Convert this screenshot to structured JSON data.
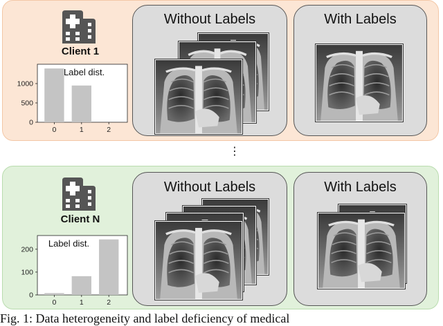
{
  "colors": {
    "client1_bg": "#fce6d5",
    "clientN_bg": "#e1f1db",
    "bar": "#c4c4c4",
    "image_panel_bg": "#dcdcdc"
  },
  "icons": {
    "client": "hospital-building-icon",
    "xray": "chest-xray-image"
  },
  "ellipsis": "⋮",
  "clients": [
    {
      "name": "Client 1",
      "unlabeled_title": "Without Labels",
      "labeled_title": "With Labels",
      "chart_data": {
        "type": "bar",
        "title": "Label dist.",
        "categories": [
          "0",
          "1",
          "2"
        ],
        "values": [
          1390,
          950,
          0
        ],
        "ylim": [
          0,
          1500
        ],
        "yticks": [
          0,
          500,
          1000
        ],
        "xlabel": "",
        "ylabel": "",
        "grid": false
      }
    },
    {
      "name": "Client N",
      "unlabeled_title": "Without Labels",
      "labeled_title": "With Labels",
      "chart_data": {
        "type": "bar",
        "title": "Label dist.",
        "categories": [
          "0",
          "1",
          "2"
        ],
        "values": [
          8,
          82,
          243
        ],
        "ylim": [
          0,
          260
        ],
        "yticks": [
          0,
          100,
          200
        ],
        "xlabel": "",
        "ylabel": "",
        "grid": false
      }
    }
  ],
  "caption": "Fig. 1: Data heterogeneity and label deficiency of medical"
}
